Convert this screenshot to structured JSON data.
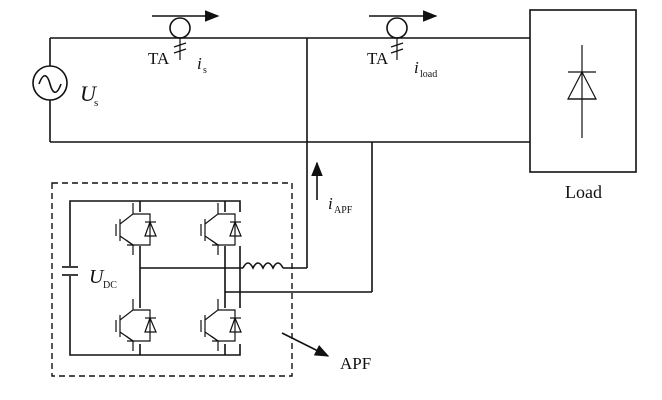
{
  "labels": {
    "source": "U",
    "source_sub": "s",
    "ta_left": "TA",
    "ta_right": "TA",
    "is": "i",
    "is_sub": "s",
    "iload": "i",
    "iload_sub": "load",
    "iapf": "i",
    "iapf_sub": "APF",
    "udc": "U",
    "udc_sub": "DC",
    "load": "Load",
    "apf": "APF"
  }
}
